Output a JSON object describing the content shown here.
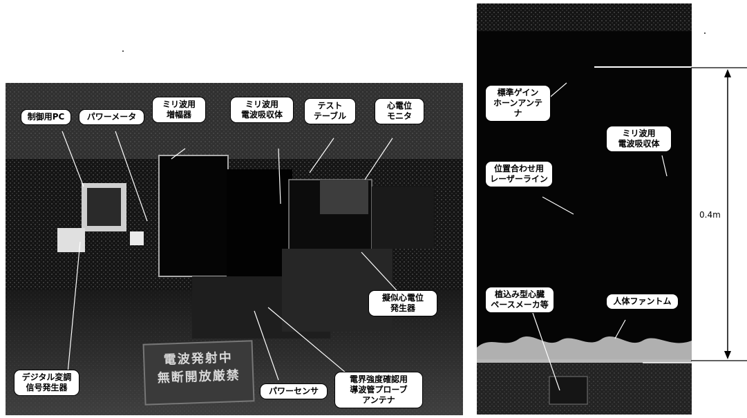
{
  "left_photo": {
    "callouts": {
      "control_pc": "制御用PC",
      "power_meter": "パワーメータ",
      "mmwave_amp": "ミリ波用\n増幅器",
      "mmwave_absorber": "ミリ波用\n電波吸収体",
      "test_table": "テスト\nテーブル",
      "ecg_monitor": "心電位\nモニタ",
      "pseudo_ecg_generator": "擬似心電位\n発生器",
      "digital_mod_generator": "デジタル変調\n信号発生器",
      "power_sensor": "パワーセンサ",
      "waveguide_probe": "電界強度確認用\n導波管プローブ\nアンテナ"
    },
    "sign": {
      "line1": "電波発射中",
      "line2": "無断開放厳禁"
    }
  },
  "right_photo": {
    "callouts": {
      "standard_gain_horn": "標準ゲイン\nホーンアンテナ",
      "mmwave_absorber": "ミリ波用\n電波吸収体",
      "laser_line": "位置合わせ用\nレーザーライン",
      "implant_pacemaker": "植込み型心臓\nペースメーカ等",
      "human_phantom": "人体ファントム"
    },
    "distance_label": "0.4m"
  }
}
